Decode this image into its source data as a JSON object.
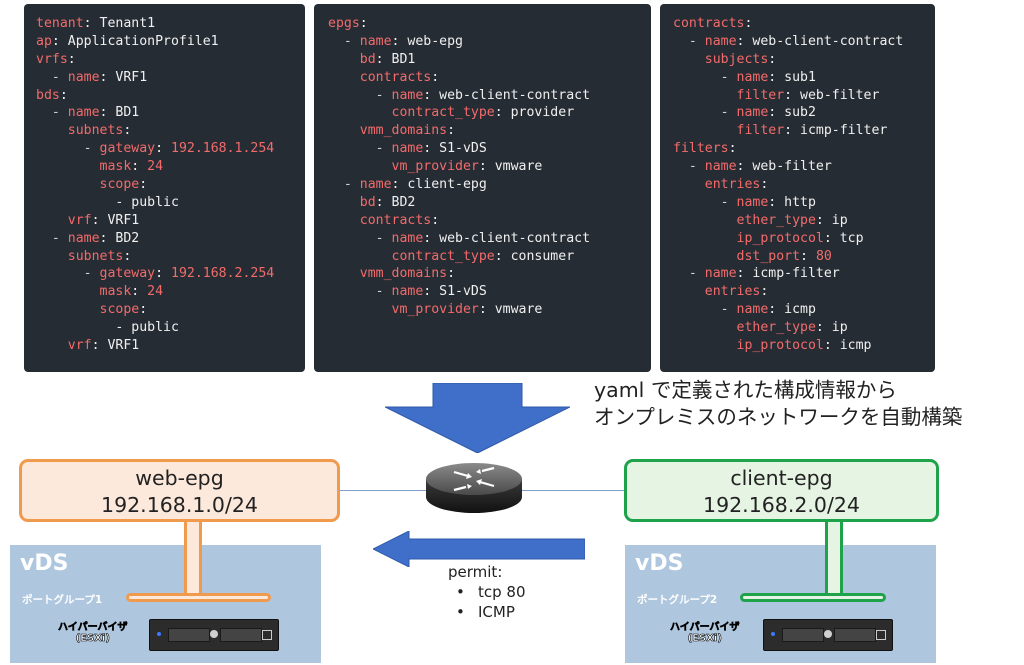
{
  "code_panels": [
    {
      "id": "left",
      "lines": [
        [
          {
            "t": "tenant",
            "c": "k"
          },
          {
            "t": ": Tenant1",
            "c": "v"
          }
        ],
        [
          {
            "t": "ap",
            "c": "k"
          },
          {
            "t": ": ApplicationProfile1",
            "c": "v"
          }
        ],
        [
          {
            "t": "vrfs",
            "c": "k"
          },
          {
            "t": ":",
            "c": "v"
          }
        ],
        [
          {
            "t": "  - ",
            "c": "d"
          },
          {
            "t": "name",
            "c": "k"
          },
          {
            "t": ": VRF1",
            "c": "v"
          }
        ],
        [
          {
            "t": "bds",
            "c": "k"
          },
          {
            "t": ":",
            "c": "v"
          }
        ],
        [
          {
            "t": "  - ",
            "c": "d"
          },
          {
            "t": "name",
            "c": "k"
          },
          {
            "t": ": BD1",
            "c": "v"
          }
        ],
        [
          {
            "t": "    subnets",
            "c": "k"
          },
          {
            "t": ":",
            "c": "v"
          }
        ],
        [
          {
            "t": "      - ",
            "c": "d"
          },
          {
            "t": "gateway",
            "c": "k"
          },
          {
            "t": ": ",
            "c": "v"
          },
          {
            "t": "192.168.1.254",
            "c": "n"
          }
        ],
        [
          {
            "t": "        mask",
            "c": "k"
          },
          {
            "t": ": ",
            "c": "v"
          },
          {
            "t": "24",
            "c": "n"
          }
        ],
        [
          {
            "t": "        scope",
            "c": "k"
          },
          {
            "t": ":",
            "c": "v"
          }
        ],
        [
          {
            "t": "          - public",
            "c": "v"
          }
        ],
        [
          {
            "t": "    vrf",
            "c": "k"
          },
          {
            "t": ": VRF1",
            "c": "v"
          }
        ],
        [
          {
            "t": "  - ",
            "c": "d"
          },
          {
            "t": "name",
            "c": "k"
          },
          {
            "t": ": BD2",
            "c": "v"
          }
        ],
        [
          {
            "t": "    subnets",
            "c": "k"
          },
          {
            "t": ":",
            "c": "v"
          }
        ],
        [
          {
            "t": "      - ",
            "c": "d"
          },
          {
            "t": "gateway",
            "c": "k"
          },
          {
            "t": ": ",
            "c": "v"
          },
          {
            "t": "192.168.2.254",
            "c": "n"
          }
        ],
        [
          {
            "t": "        mask",
            "c": "k"
          },
          {
            "t": ": ",
            "c": "v"
          },
          {
            "t": "24",
            "c": "n"
          }
        ],
        [
          {
            "t": "        scope",
            "c": "k"
          },
          {
            "t": ":",
            "c": "v"
          }
        ],
        [
          {
            "t": "          - public",
            "c": "v"
          }
        ],
        [
          {
            "t": "    vrf",
            "c": "k"
          },
          {
            "t": ": VRF1",
            "c": "v"
          }
        ]
      ]
    },
    {
      "id": "middle",
      "lines": [
        [
          {
            "t": "epgs",
            "c": "k"
          },
          {
            "t": ":",
            "c": "v"
          }
        ],
        [
          {
            "t": "  - ",
            "c": "d"
          },
          {
            "t": "name",
            "c": "k"
          },
          {
            "t": ": web-epg",
            "c": "v"
          }
        ],
        [
          {
            "t": "    bd",
            "c": "k"
          },
          {
            "t": ": BD1",
            "c": "v"
          }
        ],
        [
          {
            "t": "    contracts",
            "c": "k"
          },
          {
            "t": ":",
            "c": "v"
          }
        ],
        [
          {
            "t": "      - ",
            "c": "d"
          },
          {
            "t": "name",
            "c": "k"
          },
          {
            "t": ": web-client-contract",
            "c": "v"
          }
        ],
        [
          {
            "t": "        contract_type",
            "c": "k"
          },
          {
            "t": ": provider",
            "c": "v"
          }
        ],
        [
          {
            "t": "    vmm_domains",
            "c": "k"
          },
          {
            "t": ":",
            "c": "v"
          }
        ],
        [
          {
            "t": "      - ",
            "c": "d"
          },
          {
            "t": "name",
            "c": "k"
          },
          {
            "t": ": S1-vDS",
            "c": "v"
          }
        ],
        [
          {
            "t": "        vm_provider",
            "c": "k"
          },
          {
            "t": ": vmware",
            "c": "v"
          }
        ],
        [
          {
            "t": "  - ",
            "c": "d"
          },
          {
            "t": "name",
            "c": "k"
          },
          {
            "t": ": client-epg",
            "c": "v"
          }
        ],
        [
          {
            "t": "    bd",
            "c": "k"
          },
          {
            "t": ": BD2",
            "c": "v"
          }
        ],
        [
          {
            "t": "    contracts",
            "c": "k"
          },
          {
            "t": ":",
            "c": "v"
          }
        ],
        [
          {
            "t": "      - ",
            "c": "d"
          },
          {
            "t": "name",
            "c": "k"
          },
          {
            "t": ": web-client-contract",
            "c": "v"
          }
        ],
        [
          {
            "t": "        contract_type",
            "c": "k"
          },
          {
            "t": ": consumer",
            "c": "v"
          }
        ],
        [
          {
            "t": "    vmm_domains",
            "c": "k"
          },
          {
            "t": ":",
            "c": "v"
          }
        ],
        [
          {
            "t": "      - ",
            "c": "d"
          },
          {
            "t": "name",
            "c": "k"
          },
          {
            "t": ": S1-vDS",
            "c": "v"
          }
        ],
        [
          {
            "t": "        vm_provider",
            "c": "k"
          },
          {
            "t": ": vmware",
            "c": "v"
          }
        ]
      ]
    },
    {
      "id": "right",
      "lines": [
        [
          {
            "t": "contracts",
            "c": "k"
          },
          {
            "t": ":",
            "c": "v"
          }
        ],
        [
          {
            "t": "  - ",
            "c": "d"
          },
          {
            "t": "name",
            "c": "k"
          },
          {
            "t": ": web-client-contract",
            "c": "v"
          }
        ],
        [
          {
            "t": "    subjects",
            "c": "k"
          },
          {
            "t": ":",
            "c": "v"
          }
        ],
        [
          {
            "t": "      - ",
            "c": "d"
          },
          {
            "t": "name",
            "c": "k"
          },
          {
            "t": ": sub1",
            "c": "v"
          }
        ],
        [
          {
            "t": "        filter",
            "c": "k"
          },
          {
            "t": ": web-filter",
            "c": "v"
          }
        ],
        [
          {
            "t": "      - ",
            "c": "d"
          },
          {
            "t": "name",
            "c": "k"
          },
          {
            "t": ": sub2",
            "c": "v"
          }
        ],
        [
          {
            "t": "        filter",
            "c": "k"
          },
          {
            "t": ": icmp-filter",
            "c": "v"
          }
        ],
        [
          {
            "t": "filters",
            "c": "k"
          },
          {
            "t": ":",
            "c": "v"
          }
        ],
        [
          {
            "t": "  - ",
            "c": "d"
          },
          {
            "t": "name",
            "c": "k"
          },
          {
            "t": ": web-filter",
            "c": "v"
          }
        ],
        [
          {
            "t": "    entries",
            "c": "k"
          },
          {
            "t": ":",
            "c": "v"
          }
        ],
        [
          {
            "t": "      - ",
            "c": "d"
          },
          {
            "t": "name",
            "c": "k"
          },
          {
            "t": ": http",
            "c": "v"
          }
        ],
        [
          {
            "t": "        ether_type",
            "c": "k"
          },
          {
            "t": ": ip",
            "c": "v"
          }
        ],
        [
          {
            "t": "        ip_protocol",
            "c": "k"
          },
          {
            "t": ": tcp",
            "c": "v"
          }
        ],
        [
          {
            "t": "        dst_port",
            "c": "k"
          },
          {
            "t": ": ",
            "c": "v"
          },
          {
            "t": "80",
            "c": "n"
          }
        ],
        [
          {
            "t": "  - ",
            "c": "d"
          },
          {
            "t": "name",
            "c": "k"
          },
          {
            "t": ": icmp-filter",
            "c": "v"
          }
        ],
        [
          {
            "t": "    entries",
            "c": "k"
          },
          {
            "t": ":",
            "c": "v"
          }
        ],
        [
          {
            "t": "      - ",
            "c": "d"
          },
          {
            "t": "name",
            "c": "k"
          },
          {
            "t": ": icmp",
            "c": "v"
          }
        ],
        [
          {
            "t": "        ether_type",
            "c": "k"
          },
          {
            "t": ": ip",
            "c": "v"
          }
        ],
        [
          {
            "t": "        ip_protocol",
            "c": "k"
          },
          {
            "t": ": icmp",
            "c": "v"
          }
        ]
      ]
    }
  ],
  "caption": {
    "line1": "yaml で定義された構成情報から",
    "line2": "オンプレミスのネットワークを自動構築"
  },
  "left_site": {
    "epg_name": "web-epg",
    "epg_subnet": "192.168.1.0/24",
    "vds_title": "vDS",
    "port_group": "ポートグループ1",
    "hypervisor_line1": "ハイパーバイザ",
    "hypervisor_line2": "(ESXi)"
  },
  "right_site": {
    "epg_name": "client-epg",
    "epg_subnet": "192.168.2.0/24",
    "vds_title": "vDS",
    "port_group": "ポートグループ2",
    "hypervisor_line1": "ハイパーバイザ",
    "hypervisor_line2": "(ESXi)"
  },
  "permit": {
    "title": "permit:",
    "items": [
      "tcp 80",
      "ICMP"
    ]
  },
  "colors": {
    "code_bg": "#262c33",
    "code_key": "#f26b6b",
    "web_epg_border": "#f09a4e",
    "web_epg_fill": "#fde9dc",
    "client_epg_border": "#1ea34a",
    "client_epg_fill": "#e6f4e3",
    "vds_fill": "#aec6de",
    "arrow_blue": "#3f6fc8"
  },
  "icons": {
    "router": "router-icon",
    "server": "server-icon"
  }
}
